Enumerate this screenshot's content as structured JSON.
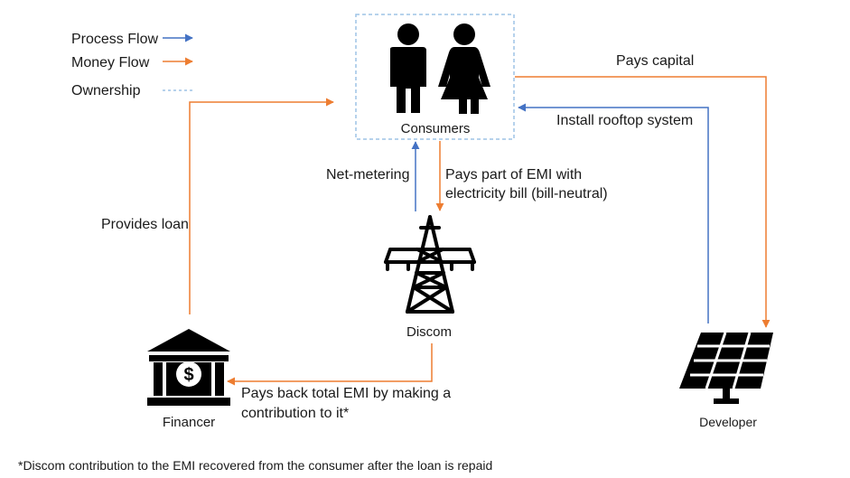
{
  "legend": {
    "process_flow": "Process Flow",
    "money_flow": "Money Flow",
    "ownership": "Ownership"
  },
  "nodes": {
    "consumers": "Consumers",
    "discom": "Discom",
    "financer": "Financer",
    "developer": "Developer"
  },
  "icons": {
    "consumers": "people-icon",
    "discom": "transmission-tower-icon",
    "financer": "bank-icon",
    "developer": "solar-panel-icon"
  },
  "flows": {
    "pays_capital": "Pays capital",
    "install_rooftop": "Install rooftop system",
    "net_metering": "Net-metering",
    "pays_part_line1": "Pays part of EMI with",
    "pays_part_line2": "electricity bill (bill-neutral)",
    "provides_loan": "Provides loan",
    "pays_back_line1": "Pays back total EMI by making a",
    "pays_back_line2": "contribution to it*"
  },
  "footnote": "*Discom contribution to the EMI recovered from the consumer after the loan is repaid",
  "colors": {
    "process": "#4472C4",
    "money": "#ED7D31",
    "ownership": "#9DC3E6",
    "icon": "#000000"
  }
}
